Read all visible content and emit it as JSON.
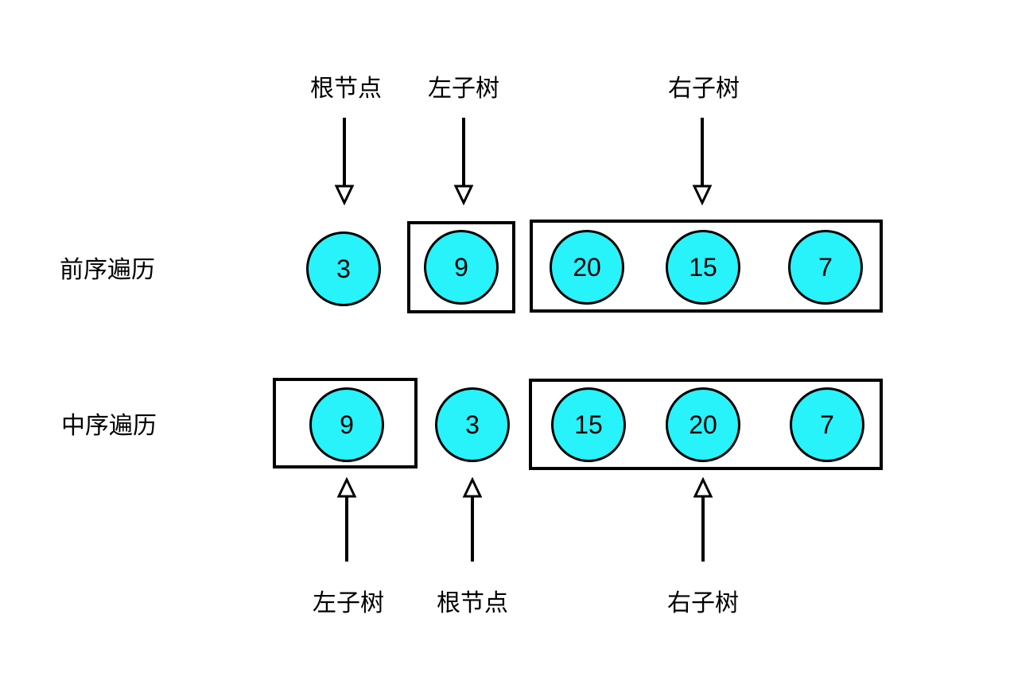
{
  "colors": {
    "node_fill": "#28F2FA",
    "stroke": "#000000",
    "background": "#FFFFFF"
  },
  "top_annotations": {
    "root_label": "根节点",
    "left_label": "左子树",
    "right_label": "右子树"
  },
  "preorder": {
    "row_label": "前序遍历",
    "root_node": "3",
    "left_subtree_nodes": [
      "9"
    ],
    "right_subtree_nodes": [
      "20",
      "15",
      "7"
    ]
  },
  "inorder": {
    "row_label": "中序遍历",
    "root_node": "3",
    "left_subtree_nodes": [
      "9"
    ],
    "right_subtree_nodes": [
      "15",
      "20",
      "7"
    ]
  },
  "bottom_annotations": {
    "left_label": "左子树",
    "root_label": "根节点",
    "right_label": "右子树"
  }
}
